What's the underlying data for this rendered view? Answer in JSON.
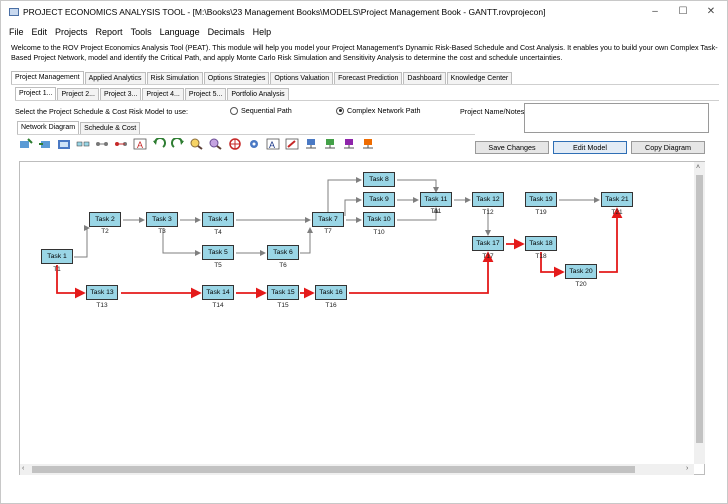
{
  "window": {
    "title": "PROJECT ECONOMICS ANALYSIS TOOL - [M:\\Books\\23 Management Books\\MODELS\\Project Management Book - GANTT.rovprojecon]",
    "minimize": "–",
    "maximize": "☐",
    "close": "✕"
  },
  "menu": [
    "File",
    "Edit",
    "Projects",
    "Report",
    "Tools",
    "Language",
    "Decimals",
    "Help"
  ],
  "welcome": "Welcome to the ROV Project Economics Analysis Tool (PEAT). This module will help you model your Project Management's Dynamic Risk-Based Schedule and Cost Analysis. It enables you to build your own Complex Task-Based Project Network, model and identify the Critical Path, and apply Monte Carlo Risk Simulation and Sensitivity Analysis to determine the cost and schedule uncertainties.",
  "main_tabs": [
    "Project Management",
    "Applied Analytics",
    "Risk Simulation",
    "Options Strategies",
    "Options Valuation",
    "Forecast Prediction",
    "Dashboard",
    "Knowledge Center"
  ],
  "project_tabs": [
    "Project 1...",
    "Project 2...",
    "Project 3...",
    "Project 4...",
    "Project 5...",
    "Portfolio Analysis"
  ],
  "select_label": "Select the Project Schedule & Cost Risk Model to use:",
  "radio_sequential": "Sequential Path",
  "radio_complex": "Complex Network Path",
  "notes_label": "Project Name/Notes:",
  "view_tabs": [
    "Network Diagram",
    "Schedule & Cost"
  ],
  "buttons": {
    "save": "Save Changes",
    "edit": "Edit Model",
    "copy": "Copy Diagram"
  },
  "toolbar_icons": [
    "add-task-icon",
    "add-subtask-icon",
    "properties-icon",
    "link-icon",
    "connect-icon",
    "disconnect-icon",
    "text-icon",
    "undo-icon",
    "redo-icon",
    "zoom-in-icon",
    "zoom-out-icon",
    "pan-icon",
    "settings-icon",
    "font-icon",
    "color-icon",
    "network-icon",
    "network-alt-icon",
    "network-save-icon",
    "network-export-icon"
  ],
  "colors": {
    "node_fill": "#9ad6e6",
    "critical_path": "#e41a1a",
    "normal_link": "#7f7f7f"
  },
  "diagram": {
    "nodes": [
      {
        "id": "n1",
        "name": "Task 1",
        "label": "T1"
      },
      {
        "id": "n2",
        "name": "Task 2",
        "label": "T2"
      },
      {
        "id": "n3",
        "name": "Task 3",
        "label": "T3"
      },
      {
        "id": "n4",
        "name": "Task 4",
        "label": "T4"
      },
      {
        "id": "n5",
        "name": "Task 5",
        "label": "T5"
      },
      {
        "id": "n6",
        "name": "Task 6",
        "label": "T6"
      },
      {
        "id": "n7",
        "name": "Task 7",
        "label": "T7"
      },
      {
        "id": "n8",
        "name": "Task 8",
        "label": ""
      },
      {
        "id": "n9",
        "name": "Task 9",
        "label": ""
      },
      {
        "id": "n10",
        "name": "Task 10",
        "label": "T10"
      },
      {
        "id": "n11",
        "name": "Task 11",
        "label": "T11"
      },
      {
        "id": "n12",
        "name": "Task 12",
        "label": "T12"
      },
      {
        "id": "n13",
        "name": "Task 13",
        "label": "T13"
      },
      {
        "id": "n14",
        "name": "Task 14",
        "label": "T14"
      },
      {
        "id": "n15",
        "name": "Task 15",
        "label": "T15"
      },
      {
        "id": "n16",
        "name": "Task 16",
        "label": "T16"
      },
      {
        "id": "n17",
        "name": "Task 17",
        "label": "T17"
      },
      {
        "id": "n18",
        "name": "Task 18",
        "label": "T18"
      },
      {
        "id": "n19",
        "name": "Task 19",
        "label": "T19"
      },
      {
        "id": "n20",
        "name": "Task 20",
        "label": "T20"
      },
      {
        "id": "n21",
        "name": "Task 21",
        "label": "T21"
      }
    ]
  }
}
